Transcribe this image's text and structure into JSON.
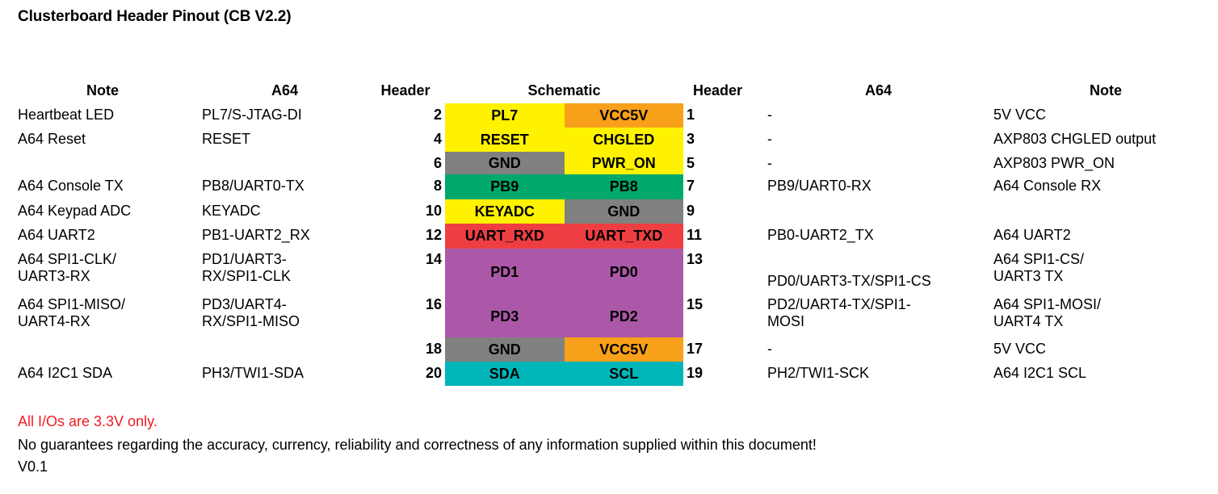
{
  "title": "Clusterboard Header Pinout (CB V2.2)",
  "headers": {
    "note_left": "Note",
    "a64_left": "A64",
    "header_left": "Header",
    "schematic": "Schematic",
    "header_right": "Header",
    "a64_right": "A64",
    "note_right": "Note"
  },
  "colors": {
    "yellow": "#FFF200",
    "orange": "#F9A01B",
    "gray": "#808080",
    "green": "#00A86B",
    "red": "#EF3E42",
    "purple": "#AC58A8",
    "teal": "#00B5B8",
    "white": "#FFFFFF",
    "warning_red": "#EE1C25"
  },
  "rows": [
    {
      "note_left": "Heartbeat LED",
      "a64_left": "PL7/S-JTAG-DI",
      "pin_left": "2",
      "sch_left": "PL7",
      "sch_left_color": "yellow",
      "sch_right": "VCC5V",
      "sch_right_color": "orange",
      "pin_right": "1",
      "a64_right": "-",
      "note_right": "5V VCC"
    },
    {
      "note_left": "A64 Reset",
      "a64_left": "RESET",
      "pin_left": "4",
      "sch_left": "RESET",
      "sch_left_color": "yellow",
      "sch_right": "CHGLED",
      "sch_right_color": "yellow",
      "pin_right": "3",
      "a64_right": "-",
      "note_right": "AXP803 CHGLED output"
    },
    {
      "note_left": "",
      "a64_left": "",
      "pin_left": "6",
      "sch_left": "GND",
      "sch_left_color": "gray",
      "sch_right": "PWR_ON",
      "sch_right_color": "yellow",
      "pin_right": "5",
      "a64_right": "-",
      "note_right": "AXP803 PWR_ON"
    },
    {
      "note_left": "A64 Console TX",
      "a64_left": "PB8/UART0-TX",
      "pin_left": "8",
      "sch_left": "PB9",
      "sch_left_color": "green",
      "sch_right": "PB8",
      "sch_right_color": "green",
      "pin_right": "7",
      "a64_right": "PB9/UART0-RX",
      "note_right": "A64 Console RX"
    },
    {
      "note_left": "A64 Keypad ADC",
      "a64_left": "KEYADC",
      "pin_left": "10",
      "sch_left": "KEYADC",
      "sch_left_color": "yellow",
      "sch_right": "GND",
      "sch_right_color": "gray",
      "pin_right": "9",
      "a64_right": "",
      "note_right": ""
    },
    {
      "note_left": "A64 UART2",
      "a64_left": "PB1-UART2_RX",
      "pin_left": "12",
      "sch_left": "UART_RXD",
      "sch_left_color": "red",
      "sch_right": "UART_TXD",
      "sch_right_color": "red",
      "pin_right": "11",
      "a64_right": "PB0-UART2_TX",
      "note_right": "A64 UART2"
    },
    {
      "note_left": "A64 SPI1-CLK/\nUART3-RX",
      "a64_left": "PD1/UART3-\nRX/SPI1-CLK",
      "pin_left": "14",
      "sch_left": "PD1",
      "sch_left_color": "purple",
      "sch_right": "PD0",
      "sch_right_color": "purple",
      "pin_right": "13",
      "a64_right": "PD0/UART3-TX/SPI1-CS",
      "note_right": "A64 SPI1-CS/\n UART3 TX"
    },
    {
      "note_left": "A64 SPI1-MISO/\nUART4-RX",
      "a64_left": "PD3/UART4-\nRX/SPI1-MISO",
      "pin_left": "16",
      "sch_left": "PD3",
      "sch_left_color": "purple",
      "sch_right": "PD2",
      "sch_right_color": "purple",
      "pin_right": "15",
      "a64_right": "PD2/UART4-TX/SPI1-\nMOSI",
      "note_right": "A64 SPI1-MOSI/\nUART4 TX"
    },
    {
      "note_left": "",
      "a64_left": "",
      "pin_left": "18",
      "sch_left": "GND",
      "sch_left_color": "gray",
      "sch_right": "VCC5V",
      "sch_right_color": "orange",
      "pin_right": "17",
      "a64_right": "-",
      "note_right": "5V VCC"
    },
    {
      "note_left": "A64 I2C1 SDA",
      "a64_left": "PH3/TWI1-SDA",
      "pin_left": "20",
      "sch_left": "SDA",
      "sch_left_color": "teal",
      "sch_right": "SCL",
      "sch_right_color": "teal",
      "pin_right": "19",
      "a64_right": "PH2/TWI1-SCK",
      "note_right": "A64 I2C1 SCL"
    }
  ],
  "footer": {
    "warning": "All I/Os are 3.3V only.",
    "disclaimer": "No guarantees regarding the accuracy, currency, reliability and correctness of any information supplied within this document!",
    "version": "V0.1"
  }
}
